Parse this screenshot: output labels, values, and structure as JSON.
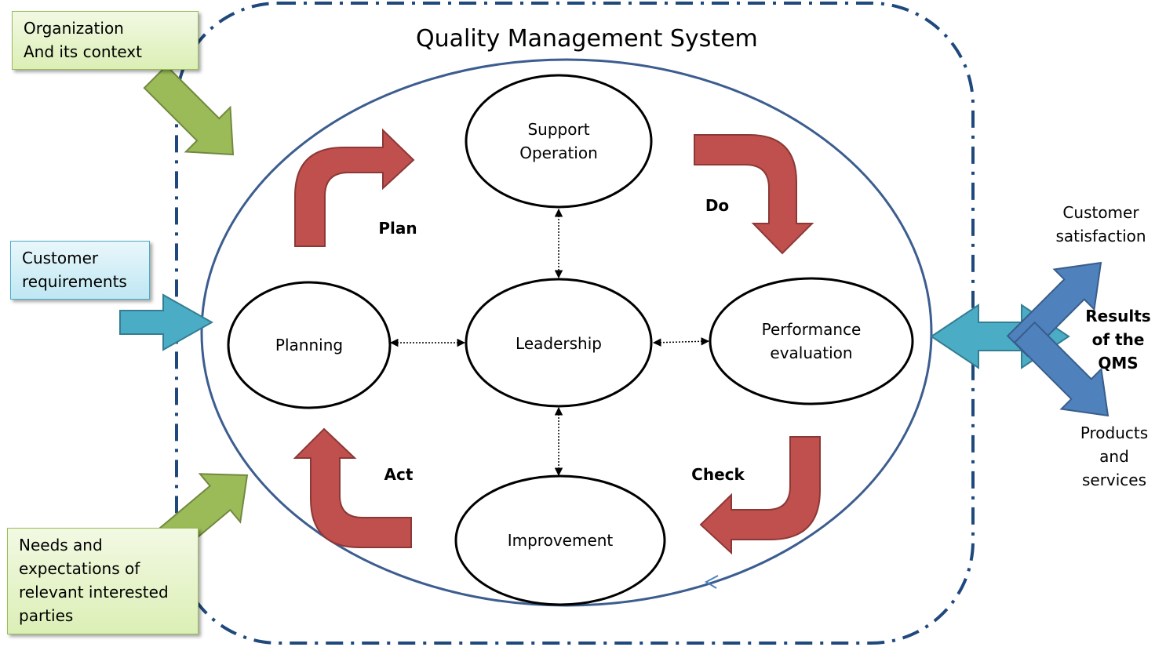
{
  "title": "Quality Management System",
  "inputs": {
    "organization": [
      "Organization",
      "And its context"
    ],
    "customer_requirements": [
      "Customer",
      "requirements"
    ],
    "needs": [
      "Needs and",
      "expectations of",
      "relevant interested",
      "parties"
    ]
  },
  "nodes": {
    "support": [
      "Support",
      "Operation"
    ],
    "planning": "Planning",
    "leadership": "Leadership",
    "performance": [
      "Performance",
      "evaluation"
    ],
    "improvement": "Improvement"
  },
  "cycle": {
    "plan": "Plan",
    "do": "Do",
    "check": "Check",
    "act": "Act"
  },
  "outputs": {
    "results": [
      "Results",
      "of the",
      "QMS"
    ],
    "satisfaction": [
      "Customer",
      "satisfaction"
    ],
    "products": [
      "Products",
      "and",
      "services"
    ]
  },
  "colors": {
    "frame": "#1f497d",
    "ellipse": "#3c5d8f",
    "green_arrow": "#9bbb59",
    "teal_arrow": "#4bacc6",
    "red_arrow": "#c0504d",
    "blue_arrow": "#4f81bd"
  }
}
